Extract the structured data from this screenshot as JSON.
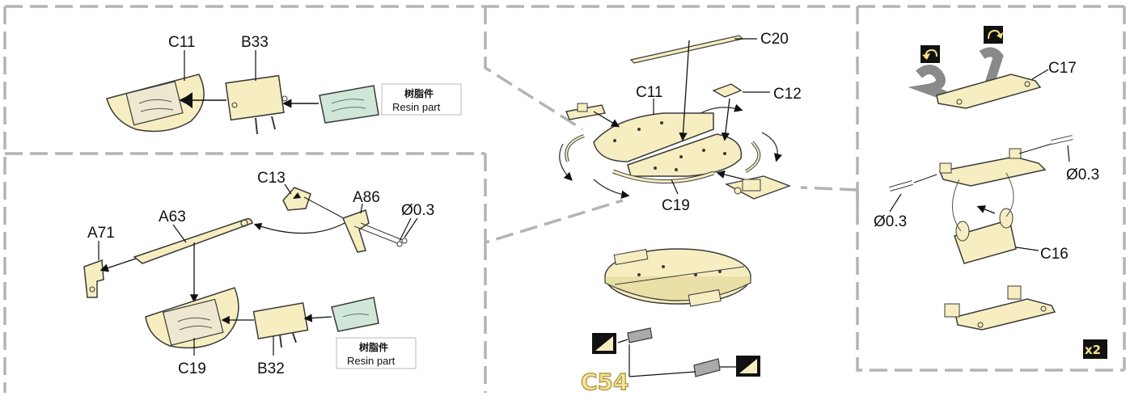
{
  "panels": {
    "top_left": {
      "labels": {
        "c11": "C11",
        "b33": "B33"
      },
      "resin": {
        "cn": "树脂件",
        "en": "Resin part"
      }
    },
    "bottom_left": {
      "labels": {
        "c13": "C13",
        "a86": "A86",
        "a63": "A63",
        "a71": "A71",
        "c19": "C19",
        "b32": "B32",
        "wire": "Ø0.3"
      },
      "resin": {
        "cn": "树脂件",
        "en": "Resin part"
      }
    },
    "center": {
      "labels": {
        "c20": "C20",
        "c11": "C11",
        "c12": "C12",
        "c19": "C19",
        "c54": "C54"
      }
    },
    "right": {
      "labels": {
        "c17": "C17",
        "c16": "C16",
        "wire_right": "Ø0.3",
        "wire_left": "Ø0.3"
      },
      "multiplier": "x2"
    }
  },
  "colors": {
    "part_fill": "#f6eec0",
    "part_stroke": "#3a3a3a",
    "resin_fill": "#cfe6d8",
    "dash": "#b4b4b4",
    "tape": "#8a8a8a",
    "badge": "#111111"
  },
  "icons": [
    "rotate-arrow-icon",
    "flip-icon",
    "photo-etch-icon",
    "wire-icon",
    "multiplier-badge-icon"
  ]
}
